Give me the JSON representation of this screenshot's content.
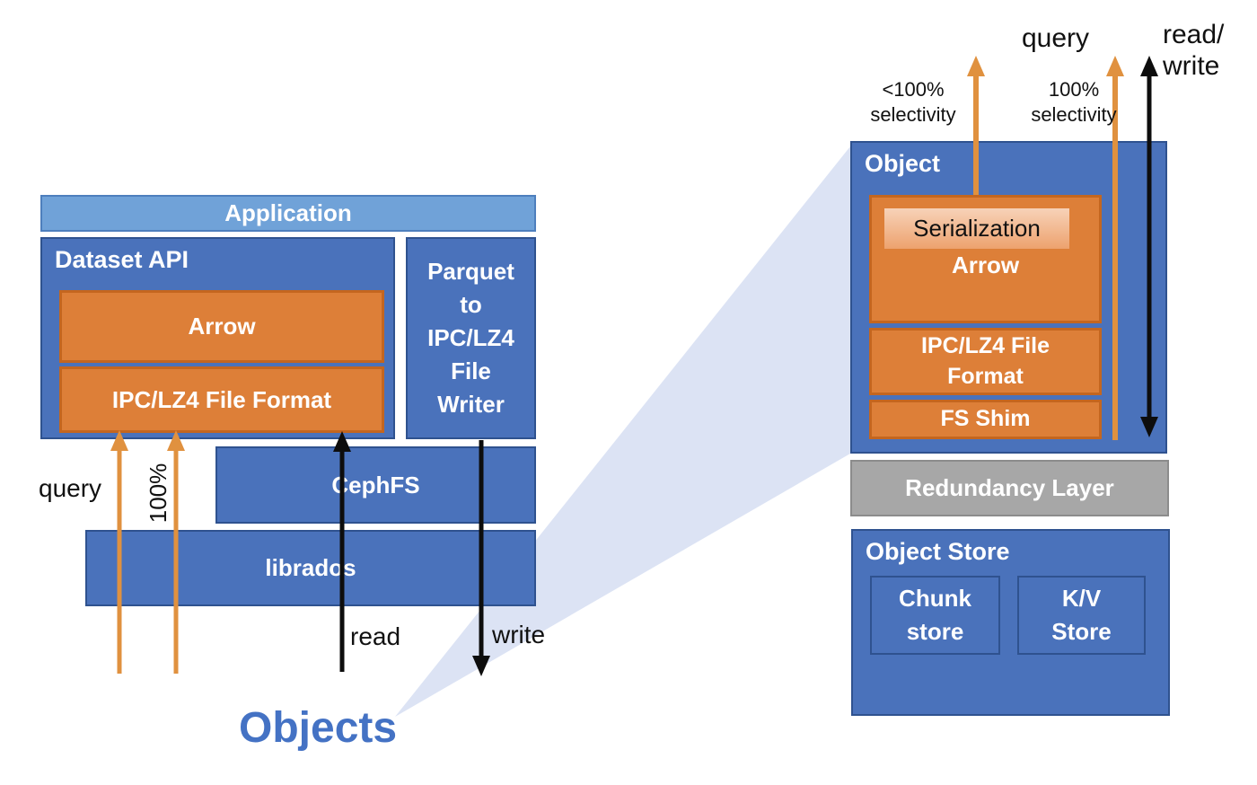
{
  "left": {
    "application": "Application",
    "dataset_api": "Dataset API",
    "arrow": "Arrow",
    "ipc_lz4": "IPC/LZ4 File Format",
    "parquet_writer": "Parquet\nto\nIPC/LZ4\nFile\nWriter",
    "cephfs": "CephFS",
    "librados": "librados",
    "query_label": "query",
    "selectivity_label": "100%",
    "read_label": "read",
    "write_label": "write",
    "objects_label": "Objects"
  },
  "right": {
    "query_label": "query",
    "read_write_label": "read/\nwrite",
    "lt100_label": "<100%\nselectivity",
    "eq100_label": "100%\nselectivity",
    "object": "Object",
    "serialization": "Serialization",
    "arrow": "Arrow",
    "ipc_lz4": "IPC/LZ4 File\nFormat",
    "fs_shim": "FS Shim",
    "redundancy": "Redundancy Layer",
    "object_store": "Object Store",
    "chunk_store": "Chunk\nstore",
    "kv_store": "K/V\nStore"
  },
  "colors": {
    "blue": "#4a72bb",
    "blue_border": "#2f528f",
    "light_blue": "#70a2d8",
    "orange": "#dd7f38",
    "orange_border": "#c4661f",
    "orange_arrow": "#e0913f",
    "black_arrow": "#0d0d0d",
    "gray": "#a7a7a7",
    "zoom_cone": "#dce3f4",
    "objects_text": "#4472c4",
    "serialization_fill_top": "#f7d2b8",
    "serialization_fill_bottom": "#eda26e"
  }
}
